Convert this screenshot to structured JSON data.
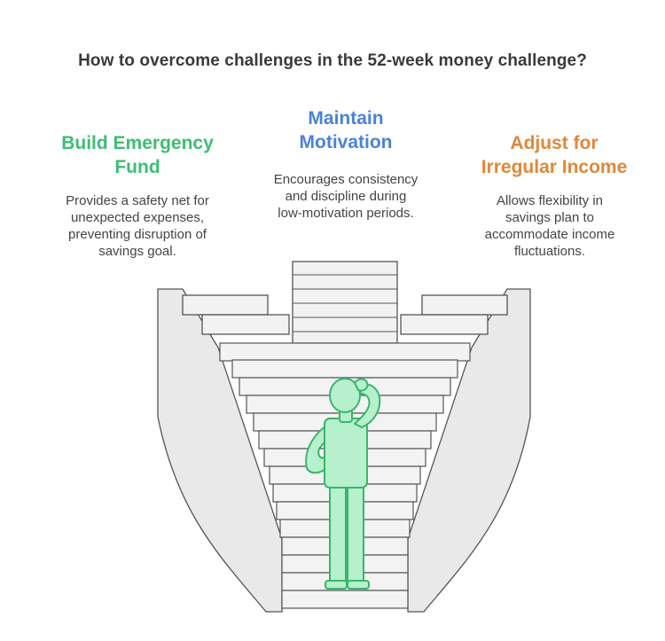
{
  "title": "How to overcome challenges in the 52-week money challenge?",
  "colors": {
    "green": "#3dbd75",
    "blue": "#4a83d9",
    "orange": "#e0873a",
    "figure_fill": "#b6f0cc",
    "figure_stroke": "#3bb56c",
    "stair_fill": "#e9e9e9",
    "stair_stroke": "#555555"
  },
  "sections": [
    {
      "id": "left",
      "heading": "Build Emergency\nFund",
      "description": "Provides a safety net for\nunexpected expenses,\npreventing disruption of\nsavings goal."
    },
    {
      "id": "mid",
      "heading": "Maintain\nMotivation",
      "description": "Encourages consistency\nand discipline during\nlow-motivation periods."
    },
    {
      "id": "right",
      "heading": "Adjust for\nIrregular Income",
      "description": "Allows flexibility in\nsavings plan to\naccommodate income\nfluctuations."
    }
  ],
  "illustration": {
    "icon": "staircase-with-thinking-person-icon"
  }
}
